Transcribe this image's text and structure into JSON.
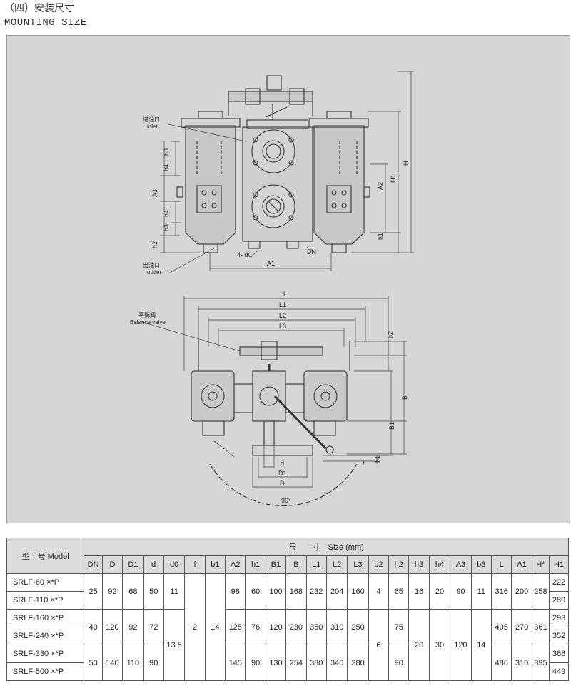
{
  "header": {
    "title_cn": "（四）安装尺寸",
    "title_en": "MOUNTING SIZE"
  },
  "drawing": {
    "top_view": {
      "labels": {
        "inlet_cn": "进油口",
        "inlet_en": "inlet",
        "outlet_cn": "出油口",
        "outlet_en": "outlet",
        "h3": "h3",
        "h4": "h4",
        "h2": "h2",
        "A3": "A3",
        "A2": "A2",
        "H1": "H1",
        "H": "H",
        "h1": "h1",
        "A1": "A1",
        "bolt": "4- d0",
        "DN": "DN"
      }
    },
    "plan_view": {
      "labels": {
        "balance_cn": "平衡阀",
        "balance_en": "Balance valve",
        "L": "L",
        "L1": "L1",
        "L2": "L2",
        "L3": "L3",
        "b2": "b2",
        "B": "B",
        "B1": "B1",
        "b1": "b1",
        "f": "f",
        "d": "d",
        "D1": "D1",
        "D": "D",
        "angle": "90°"
      }
    }
  },
  "table": {
    "model_header": "型　号 Model",
    "size_header": "尺　　寸　Size (mm)",
    "columns": [
      "DN",
      "D",
      "D1",
      "d",
      "d0",
      "f",
      "b1",
      "A2",
      "h1",
      "B1",
      "B",
      "L1",
      "L2",
      "L3",
      "b2",
      "h2",
      "h3",
      "h4",
      "A3",
      "b3",
      "L",
      "A1",
      "H*",
      "H1"
    ],
    "models": [
      "SRLF-60 ×*P",
      "SRLF-110 ×*P",
      "SRLF-160 ×*P",
      "SRLF-240 ×*P",
      "SRLF-330 ×*P",
      "SRLF-500 ×*P"
    ],
    "group1": {
      "DN": "25",
      "D": "92",
      "D1": "68",
      "d": "50",
      "d0": "11",
      "A2": "98",
      "h1": "60",
      "B1": "100",
      "B": "168",
      "L1": "232",
      "L2": "204",
      "L3": "160",
      "b2": "4",
      "h2": "65",
      "h3": "16",
      "h4": "20",
      "A3": "90",
      "b3": "11",
      "L": "316",
      "A1": "200",
      "H": "258"
    },
    "group2": {
      "DN": "40",
      "D": "120",
      "D1": "92",
      "d": "72",
      "A2": "125",
      "h1": "76",
      "B1": "120",
      "B": "230",
      "L1": "350",
      "L2": "310",
      "L3": "250",
      "h2": "75",
      "L": "405",
      "A1": "270",
      "H": "361"
    },
    "group3": {
      "DN": "50",
      "D": "140",
      "D1": "110",
      "d": "90",
      "A2": "145",
      "h1": "90",
      "B1": "130",
      "B": "254",
      "L1": "380",
      "L2": "340",
      "L3": "280",
      "h2": "90",
      "L": "486",
      "A1": "310",
      "H": "395"
    },
    "shared": {
      "d0": "13.5",
      "f": "2",
      "b1": "14",
      "b2": "6",
      "h3": "20",
      "h4": "30",
      "A3": "120",
      "b3": "14"
    },
    "H1": [
      "222",
      "289",
      "293",
      "352",
      "368",
      "449"
    ]
  }
}
